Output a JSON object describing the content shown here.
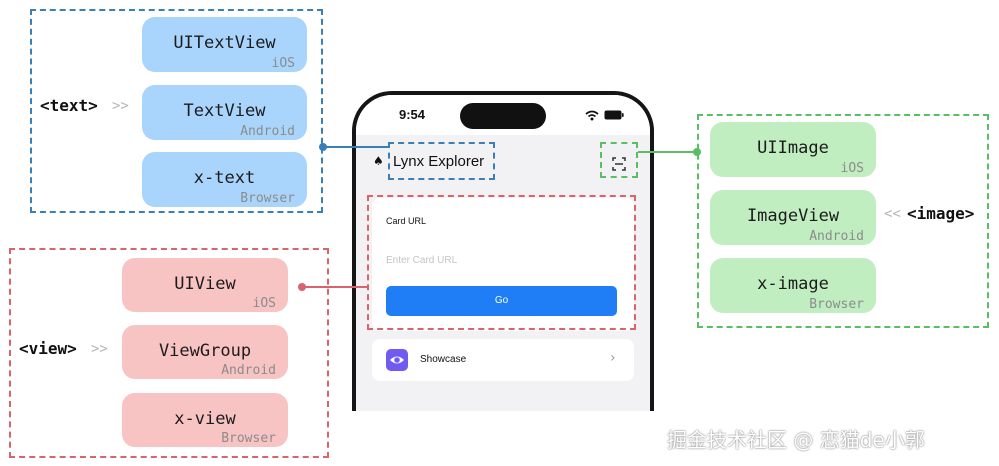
{
  "text_group": {
    "tag": "<text>",
    "items": [
      {
        "name": "UITextView",
        "platform": "iOS"
      },
      {
        "name": "TextView",
        "platform": "Android"
      },
      {
        "name": "x-text",
        "platform": "Browser"
      }
    ]
  },
  "view_group": {
    "tag": "<view>",
    "items": [
      {
        "name": "UIView",
        "platform": "iOS"
      },
      {
        "name": "ViewGroup",
        "platform": "Android"
      },
      {
        "name": "x-view",
        "platform": "Browser"
      }
    ]
  },
  "image_group": {
    "tag": "<image>",
    "items": [
      {
        "name": "UIImage",
        "platform": "iOS"
      },
      {
        "name": "ImageView",
        "platform": "Android"
      },
      {
        "name": "x-image",
        "platform": "Browser"
      }
    ]
  },
  "chevrons": {
    "right": ">>",
    "left": "<<"
  },
  "phone": {
    "time": "9:54",
    "app_title": "Lynx Explorer",
    "card_url_label": "Card URL",
    "card_url_placeholder": "Enter Card URL",
    "go_label": "Go",
    "showcase_label": "Showcase",
    "showcase_chevron": "›"
  },
  "watermark": "掘金技术社区 @ 恋猫de小郭",
  "colors": {
    "blue_dash": "#3a7fb8",
    "red_dash": "#d9646b",
    "green_dash": "#5bbd64",
    "blue_pill": "#a9d4fb",
    "red_pill": "#f8c3c3",
    "green_pill": "#c1eec0",
    "go_button": "#1f7ef5",
    "showcase_icon": "#6f5af2"
  }
}
